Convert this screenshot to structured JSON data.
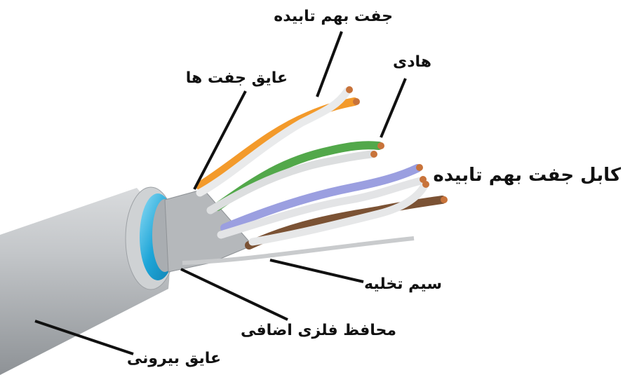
{
  "title": "کابل جفت بهم تابیده",
  "labels": {
    "twisted_pair": "جفت بهم تابیده",
    "conductor": "هادی",
    "pair_insulation": "عایق جفت ها",
    "drain_wire": "سیم تخلیه",
    "extra_metal_shield": "محافظ فلزی اضافی",
    "outer_jacket": "عایق بیرونی"
  },
  "colors": {
    "jacket": "#b9bcbf",
    "shield": "#2fb3df",
    "orange": "#f39a2b",
    "green": "#52a84a",
    "blue": "#9b9fe0",
    "brown": "#7b5234",
    "copper": "#c8733a"
  }
}
